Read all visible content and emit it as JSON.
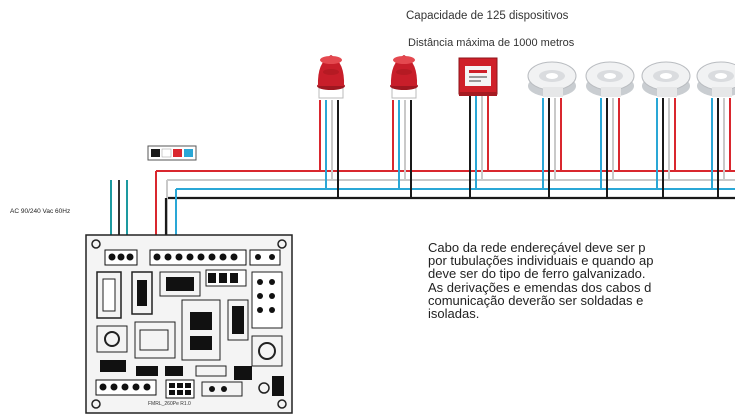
{
  "header": {
    "capacity": "Capacidade de 125 dispositivos",
    "distance": "Distância máxima de 1000 metros"
  },
  "power": {
    "label": "AC 90/240 Vac 60Hz"
  },
  "note": {
    "lines": [
      "Cabo da rede endereçável deve ser p",
      "por tubulações individuais e quando ap",
      "deve ser do tipo de ferro galvanizado.",
      "As derivações e emendas dos cabos d",
      "comunicação deverão ser soldadas e",
      "isoladas."
    ]
  },
  "board": {
    "silk_label": "FMRL_260Pe R1.0"
  },
  "devices": [
    {
      "type": "siren",
      "icon": "siren-icon"
    },
    {
      "type": "siren",
      "icon": "siren-icon"
    },
    {
      "type": "manual-call-point",
      "icon": "manual-call-point-icon"
    },
    {
      "type": "smoke-detector",
      "icon": "smoke-detector-icon"
    },
    {
      "type": "smoke-detector",
      "icon": "smoke-detector-icon"
    },
    {
      "type": "smoke-detector",
      "icon": "smoke-detector-icon"
    },
    {
      "type": "smoke-detector",
      "icon": "smoke-detector-icon"
    }
  ],
  "colors": {
    "wire_red": "#d9272e",
    "wire_black": "#1a1a1a",
    "wire_white": "#c9c9c9",
    "wire_blue": "#2aa7d6",
    "wire_teal": "#1d9aa0",
    "siren_red": "#c81e2a",
    "board_bg": "#f4f4f4"
  }
}
